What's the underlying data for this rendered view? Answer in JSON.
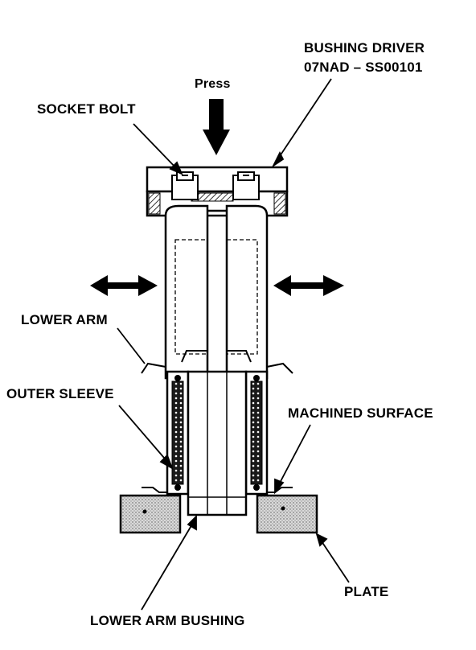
{
  "labels": {
    "tool_name": "BUSHING DRIVER",
    "tool_number": "07NAD – SS00101",
    "press": "Press",
    "socket_bolt": "SOCKET BOLT",
    "lower_arm": "LOWER ARM",
    "outer_sleeve": "OUTER SLEEVE",
    "machined_surface": "MACHINED SURFACE",
    "plate": "PLATE",
    "lower_arm_bushing": "LOWER ARM BUSHING"
  }
}
